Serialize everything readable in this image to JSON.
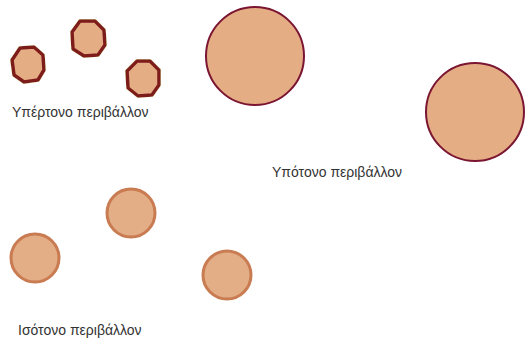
{
  "diagram": {
    "labels": [
      "Υπέρτονο περιβάλλον",
      "Υπότονο περιβάλλον",
      "Ισότονο περιβάλλον"
    ]
  }
}
